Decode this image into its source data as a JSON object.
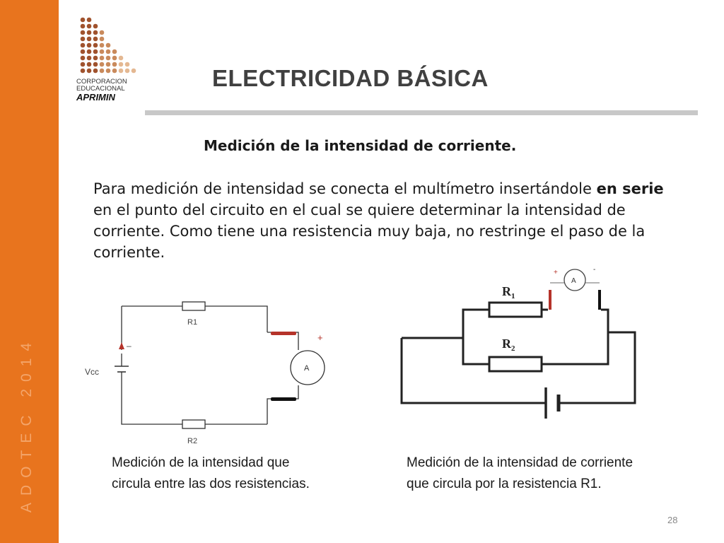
{
  "sidebar": {
    "text": "ADOTEC 2014"
  },
  "logo": {
    "line1": "CORPORACION",
    "line2": "EDUCACIONAL",
    "line3": "APRIMIN"
  },
  "header": {
    "title": "ELECTRICIDAD BÁSICA"
  },
  "content": {
    "subtitle": "Medición de la intensidad de corriente.",
    "paragraph": {
      "part1": "Para medición de intensidad se conecta el multímetro insertándole ",
      "bold": "en serie",
      "part2": " en el punto del  circuito en el cual  se quiere determinar la intensidad de corriente. Como tiene una resistencia muy baja, no restringe el paso de la corriente."
    }
  },
  "diagram1": {
    "r1": "R1",
    "r2": "R2",
    "source": "Vcc",
    "meter": "A",
    "plus": "+",
    "minus": "–"
  },
  "diagram2": {
    "r1": "R",
    "r1_sub": "1",
    "r2": "R",
    "r2_sub": "2",
    "meter": "A",
    "plus": "+",
    "minus": "-"
  },
  "captions": {
    "left": "Medición de la intensidad que circula entre las dos resistencias.",
    "right": "Medición de la intensidad de corriente que circula  por la resistencia R1."
  },
  "footer": {
    "page_number": "28"
  },
  "colors": {
    "sidebar": "#e8741e",
    "sidebar_text": "#f4a56a",
    "rule": "#c8c8c8",
    "logo_dots": "#a0522d",
    "probe_red": "#b5332a"
  }
}
